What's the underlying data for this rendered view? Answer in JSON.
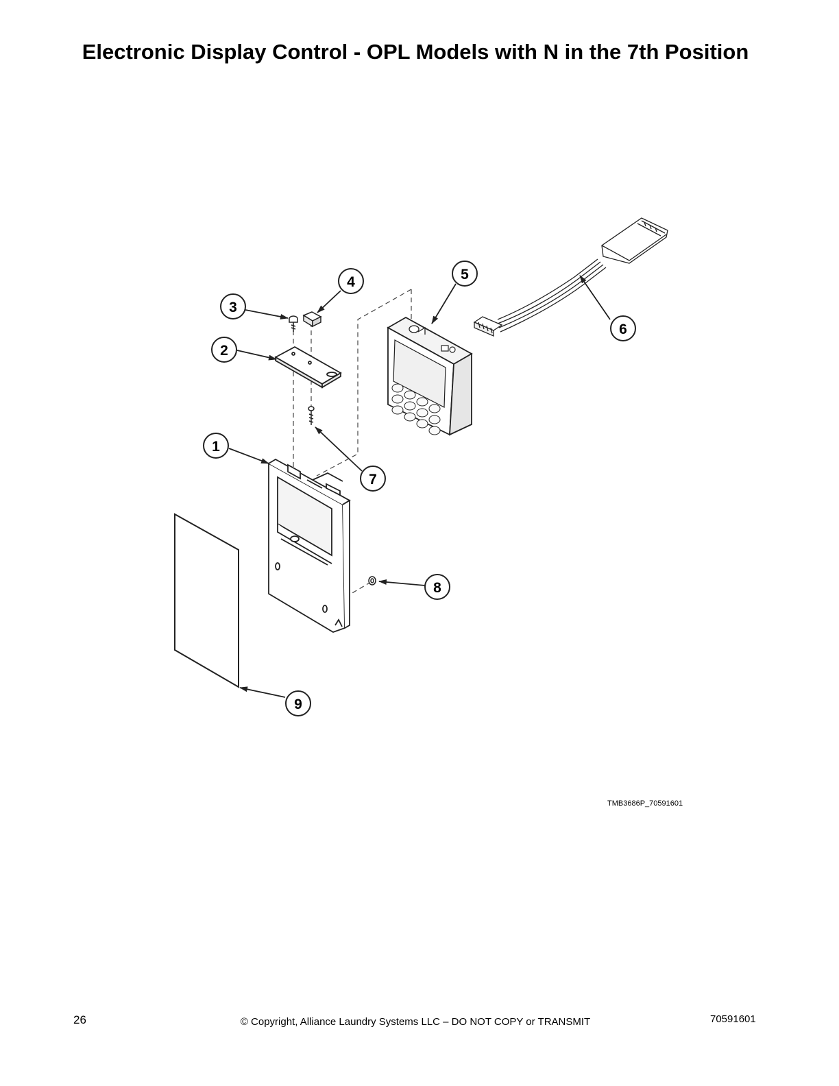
{
  "page": {
    "title": "Electronic Display Control - OPL Models with N in the 7th Position",
    "figure_id": "TMB3686P_70591601",
    "page_number": "26",
    "copyright": "© Copyright, Alliance Laundry Systems LLC – DO NOT COPY or TRANSMIT",
    "doc_number": "70591601"
  },
  "callouts": {
    "c1": "1",
    "c2": "2",
    "c3": "3",
    "c4": "4",
    "c5": "5",
    "c6": "6",
    "c7": "7",
    "c8": "8",
    "c9": "9"
  },
  "colors": {
    "line": "#222222",
    "background": "#ffffff",
    "shade": "#f4f4f4"
  }
}
